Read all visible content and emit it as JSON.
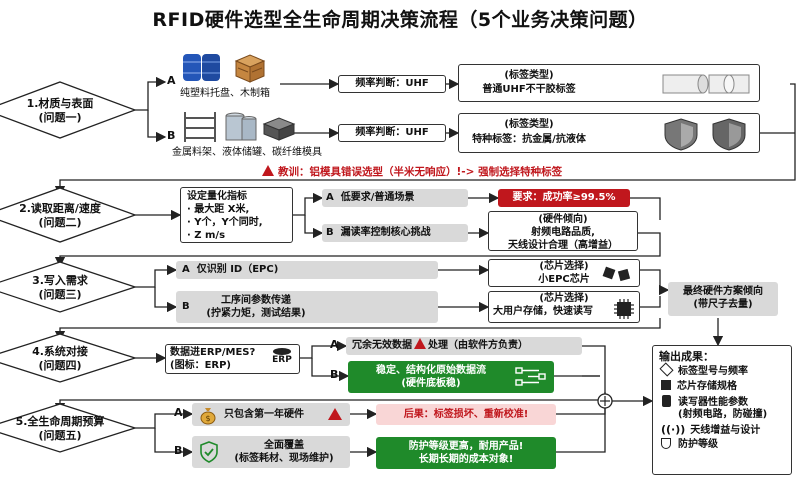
{
  "title": "RFID硬件选型全生命周期决策流程（5个业务决策问题）",
  "q1": {
    "diamond": [
      "1.材质与表面",
      "(问题一)"
    ],
    "a_letter": "A",
    "b_letter": "B",
    "a_caption": "纯塑料托盘、木制箱",
    "b_caption": "金属料架、液体储罐、碳纤维模具",
    "a_freq": "频率判断：UHF",
    "b_freq": "频率判断：UHF",
    "a_tag": [
      "(标签类型)",
      "普通UHF不干胶标签"
    ],
    "b_tag": [
      "(标签类型)",
      "特种标签：抗金属/抗液体"
    ],
    "lesson": "教训：铝模具错误选型（半米无响应）!-> 强制选择特种标签"
  },
  "q2": {
    "diamond": [
      "2.读取距离/速度",
      "(问题二)"
    ],
    "spec_title": "设定量化指标",
    "spec_lines": [
      "· 最大距 X米,",
      "· Y个，Y个同时,",
      "· Z m/s"
    ],
    "a_letter": "A",
    "b_letter": "B",
    "a_label": "低要求/普通场景",
    "a_req": "要求：成功率≥99.5%",
    "b_label": "漏读率控制核心挑战",
    "b_hw": [
      "(硬件倾向)",
      "射频电路品质,",
      "天线设计合理（高增益）"
    ]
  },
  "q3": {
    "diamond": [
      "3.写入需求",
      "(问题三)"
    ],
    "a_letter": "A",
    "b_letter": "B",
    "a_label": "仅识别 ID（EPC)",
    "a_chip": [
      "(芯片选择)",
      "小EPC芯片"
    ],
    "b_label": [
      "工序间参数传递",
      "(拧紧力矩，测试结果)"
    ],
    "b_chip": [
      "(芯片选择)",
      "大用户存储，快速读写"
    ],
    "final": [
      "最终硬件方案倾向",
      "(带尺子去量)"
    ]
  },
  "q4": {
    "diamond": [
      "4.系统对接",
      "(问题四)"
    ],
    "erp_box": [
      "数据进ERP/MES?",
      "(图标：ERP)"
    ],
    "erp_icon": "ERP",
    "a_letter": "A",
    "b_letter": "B",
    "a_label_pre": "冗余无效数据",
    "a_label_post": "处理（由软件方负责）",
    "b_label": [
      "稳定、结构化原始数据流",
      "(硬件底板稳)"
    ]
  },
  "q5": {
    "diamond": [
      "5.全生命周期预算",
      "(问题五)"
    ],
    "a_letter": "A",
    "b_letter": "B",
    "a_label": "只包含第一年硬件",
    "a_result": "后果：标签损坏、重新校准!",
    "b_label": [
      "全面覆盖",
      "(标签耗材、现场维护)"
    ],
    "b_result": [
      "防护等级更高，耐用产品!",
      "长期长期的成本对象!"
    ]
  },
  "output": {
    "title": "输出成果：",
    "items": [
      "标签型号与频率",
      "芯片存储规格",
      "读写器性能参数",
      "(射频电路，防碰撞)",
      "天线增益与设计",
      "防护等级"
    ]
  }
}
